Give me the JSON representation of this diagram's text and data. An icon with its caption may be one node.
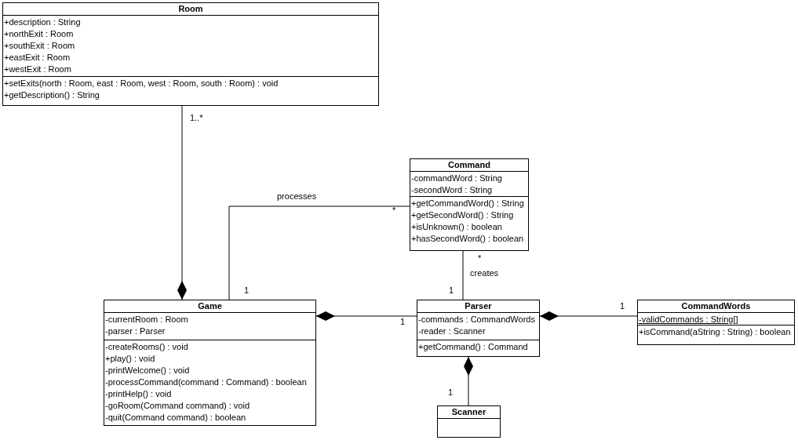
{
  "diagram": {
    "nodes": [
      {
        "text": [
          "Room"
        ]
      },
      {
        "text": [
          "+description : String",
          "+northExit : Room",
          "+southExit : Room",
          "+eastExit : Room",
          "+westExit : Room"
        ],
        "in": 0
      },
      {
        "text": [
          "+setExits(north : Room, east : Room, west : Room, south : Room) : void",
          "+getDescription() : String"
        ],
        "in": 0
      },
      {
        "text": [
          "Command"
        ]
      },
      {
        "text": [
          "-commandWord : String",
          "-secondWord : String"
        ],
        "in": 3
      },
      {
        "text": [
          "+getCommandWord() : String",
          "+getSecondWord() : String",
          "+isUnknown() : boolean",
          "+hasSecondWord() : boolean"
        ],
        "in": 3
      },
      {
        "text": [
          "Game"
        ]
      },
      {
        "text": [
          "-currentRoom : Room",
          "-parser : Parser"
        ],
        "in": 6
      },
      {
        "text": [
          "-createRooms() : void",
          "+play() : void",
          "-printWelcome() : void",
          "-processCommand(command : Command) : boolean",
          "-printHelp() : void",
          "-goRoom(Command command) : void",
          "-quit(Command command) : boolean"
        ],
        "in": 6
      },
      {
        "text": [
          "Parser"
        ]
      },
      {
        "text": [
          "-commands : CommandWords",
          "-reader : Scanner"
        ],
        "in": 9
      },
      {
        "text": [
          "+getCommand() : Command"
        ],
        "in": 9
      },
      {
        "text": [
          "CommandWords"
        ]
      },
      {
        "text": [
          "-validCommands : String[]"
        ],
        "in": 12
      },
      {
        "text": [
          "+isCommand(aString : String) : boolean"
        ],
        "in": 12
      },
      {
        "text": [
          "Scanner"
        ]
      },
      {
        "text": [],
        "shape": "box",
        "in": 15
      }
    ],
    "edges": [
      {
        "from": 0,
        "to": 6,
        "arrow": "other"
      },
      {
        "from": 6,
        "to": 3,
        "arrow": "none",
        "label": "processes"
      },
      {
        "from": 9,
        "to": 3,
        "arrow": "none",
        "label": "creates"
      },
      {
        "from": 9,
        "to": 6,
        "arrow": "other"
      },
      {
        "from": 12,
        "to": 9,
        "arrow": "other"
      },
      {
        "from": 15,
        "to": 9,
        "arrow": "other"
      }
    ],
    "labels": [
      "1..*",
      "*",
      "*",
      "1",
      "1",
      "1",
      "1",
      "1"
    ]
  }
}
